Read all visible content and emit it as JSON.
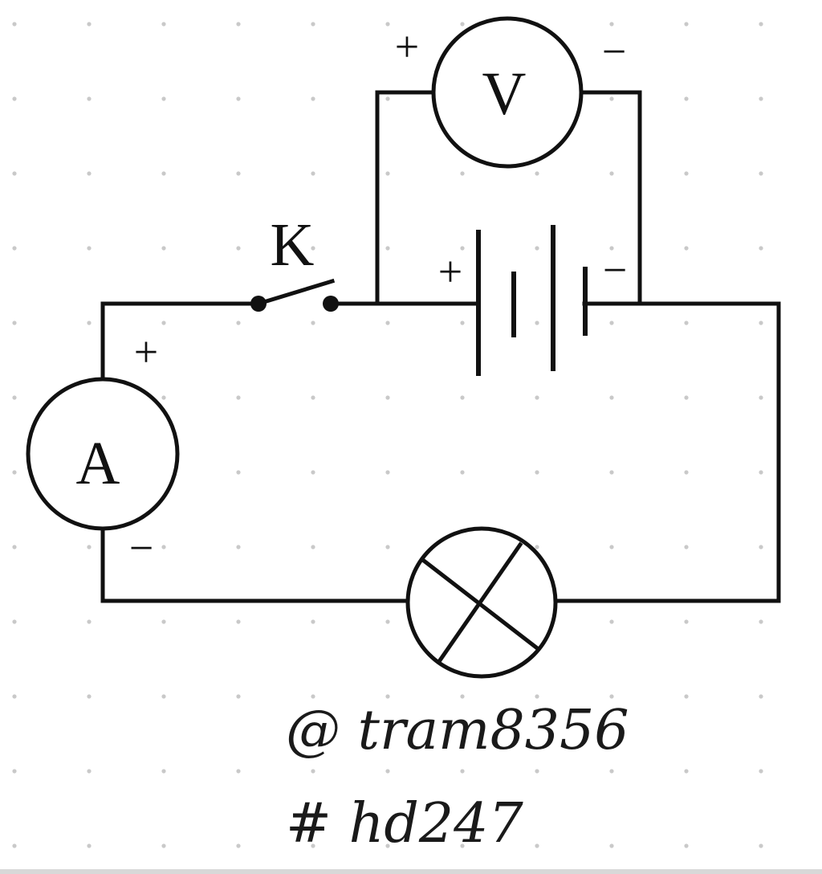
{
  "diagram": {
    "switch_label": "K",
    "ammeter_label": "A",
    "voltmeter_label": "V",
    "plus": "+",
    "minus": "−"
  },
  "watermark": {
    "line1": "@ tram8356",
    "line2": "# hd247"
  },
  "colors": {
    "ink": "#111111",
    "grid_dot": "#c9c9c9",
    "background": "#ffffff"
  }
}
